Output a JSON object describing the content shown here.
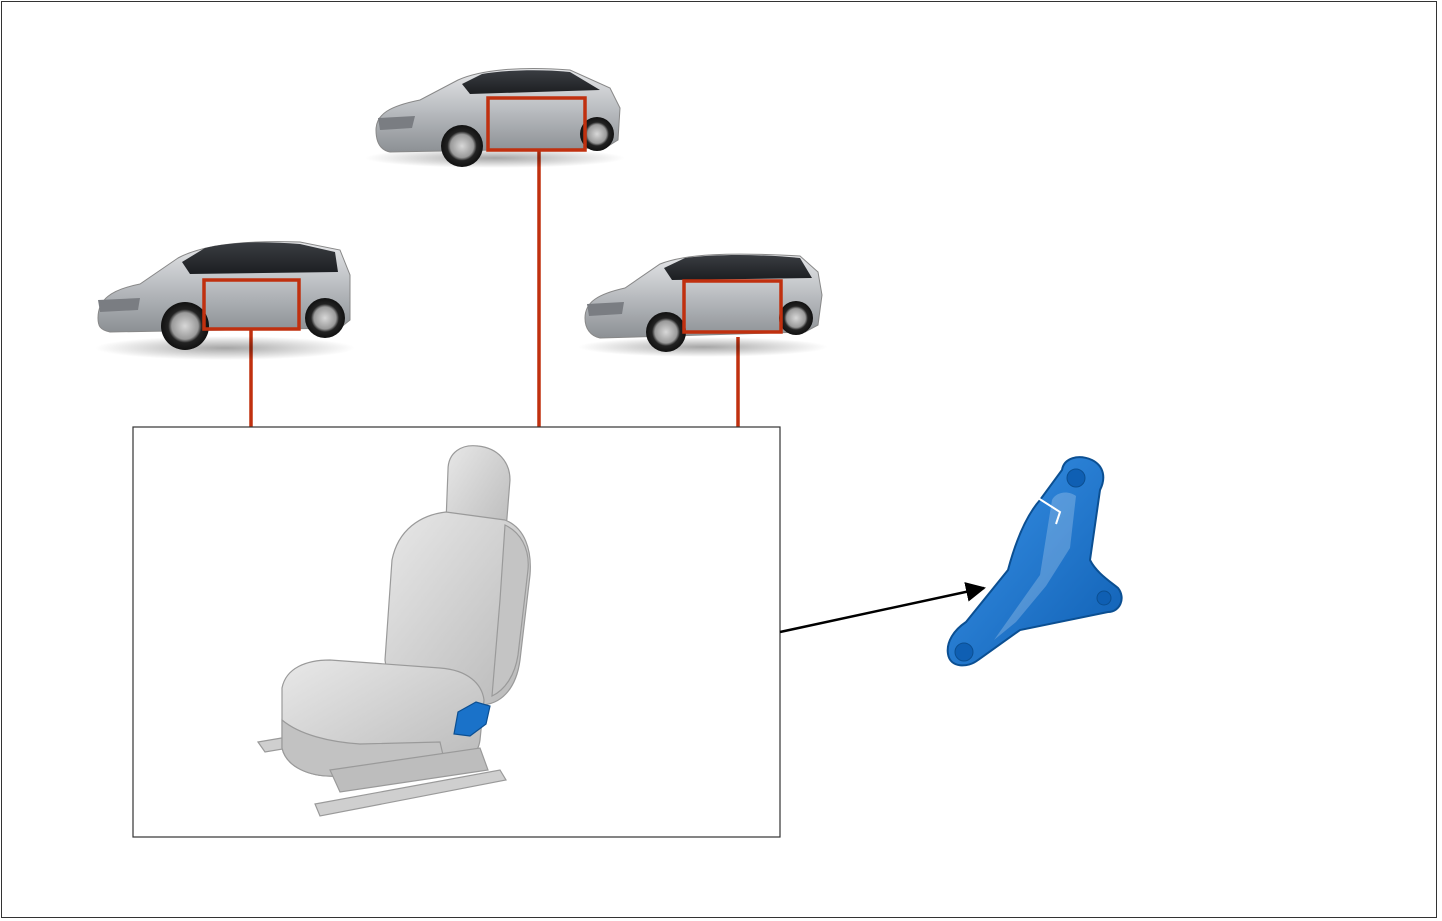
{
  "diagram": {
    "accent_color": "#c0300f",
    "part_color": "#1a72c9",
    "car_color": "#b9bcc0",
    "seat_color": "#d4d4d4",
    "connector_color": "#c0300f",
    "arrow_color": "#000000",
    "vehicles": [
      {
        "id": "suv",
        "icon": "suv-car-icon",
        "highlight": "front-door-region"
      },
      {
        "id": "sedan",
        "icon": "sedan-car-icon",
        "highlight": "door-region"
      },
      {
        "id": "wagon",
        "icon": "wagon-car-icon",
        "highlight": "door-region"
      }
    ],
    "component": {
      "icon": "car-seat-icon",
      "highlight": "seat-bracket"
    },
    "detail_part": {
      "icon": "seat-bracket-part-icon"
    }
  }
}
